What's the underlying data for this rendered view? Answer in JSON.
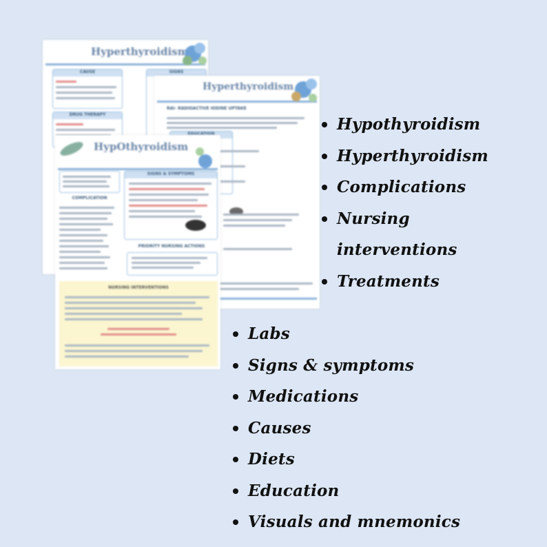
{
  "colors": {
    "background": "#dce6f4",
    "page": "#ffffff",
    "accent": "#8cb2d8",
    "title": "#6a86a8"
  },
  "pages": {
    "page1": {
      "title": "Hyperthyroidism",
      "headers": [
        "CAUSE",
        "SIGNS",
        "DRUG THERAPY"
      ]
    },
    "page2": {
      "title": "Hyperthyroidism",
      "headers": [
        "RAI- RADIOACTIVE IODINE UPTAKE",
        "EDUCATION"
      ]
    },
    "page3": {
      "title": "HypOthyroidism",
      "headers": [
        "SIGNS & SYMPTOMS",
        "COMPLICATION",
        "PRIORITY NURSING ACTIONS",
        "NURSING INTERVENTIONS"
      ]
    }
  },
  "topics_right": [
    "Hypothyroidism",
    "Hyperthyroidism",
    "Complications",
    "Nursing",
    "interventions",
    "Treatments"
  ],
  "topics_bottom": [
    "Labs",
    "Signs & symptoms",
    "Medications",
    "Causes",
    "Diets",
    "Education",
    "Visuals and mnemonics"
  ]
}
